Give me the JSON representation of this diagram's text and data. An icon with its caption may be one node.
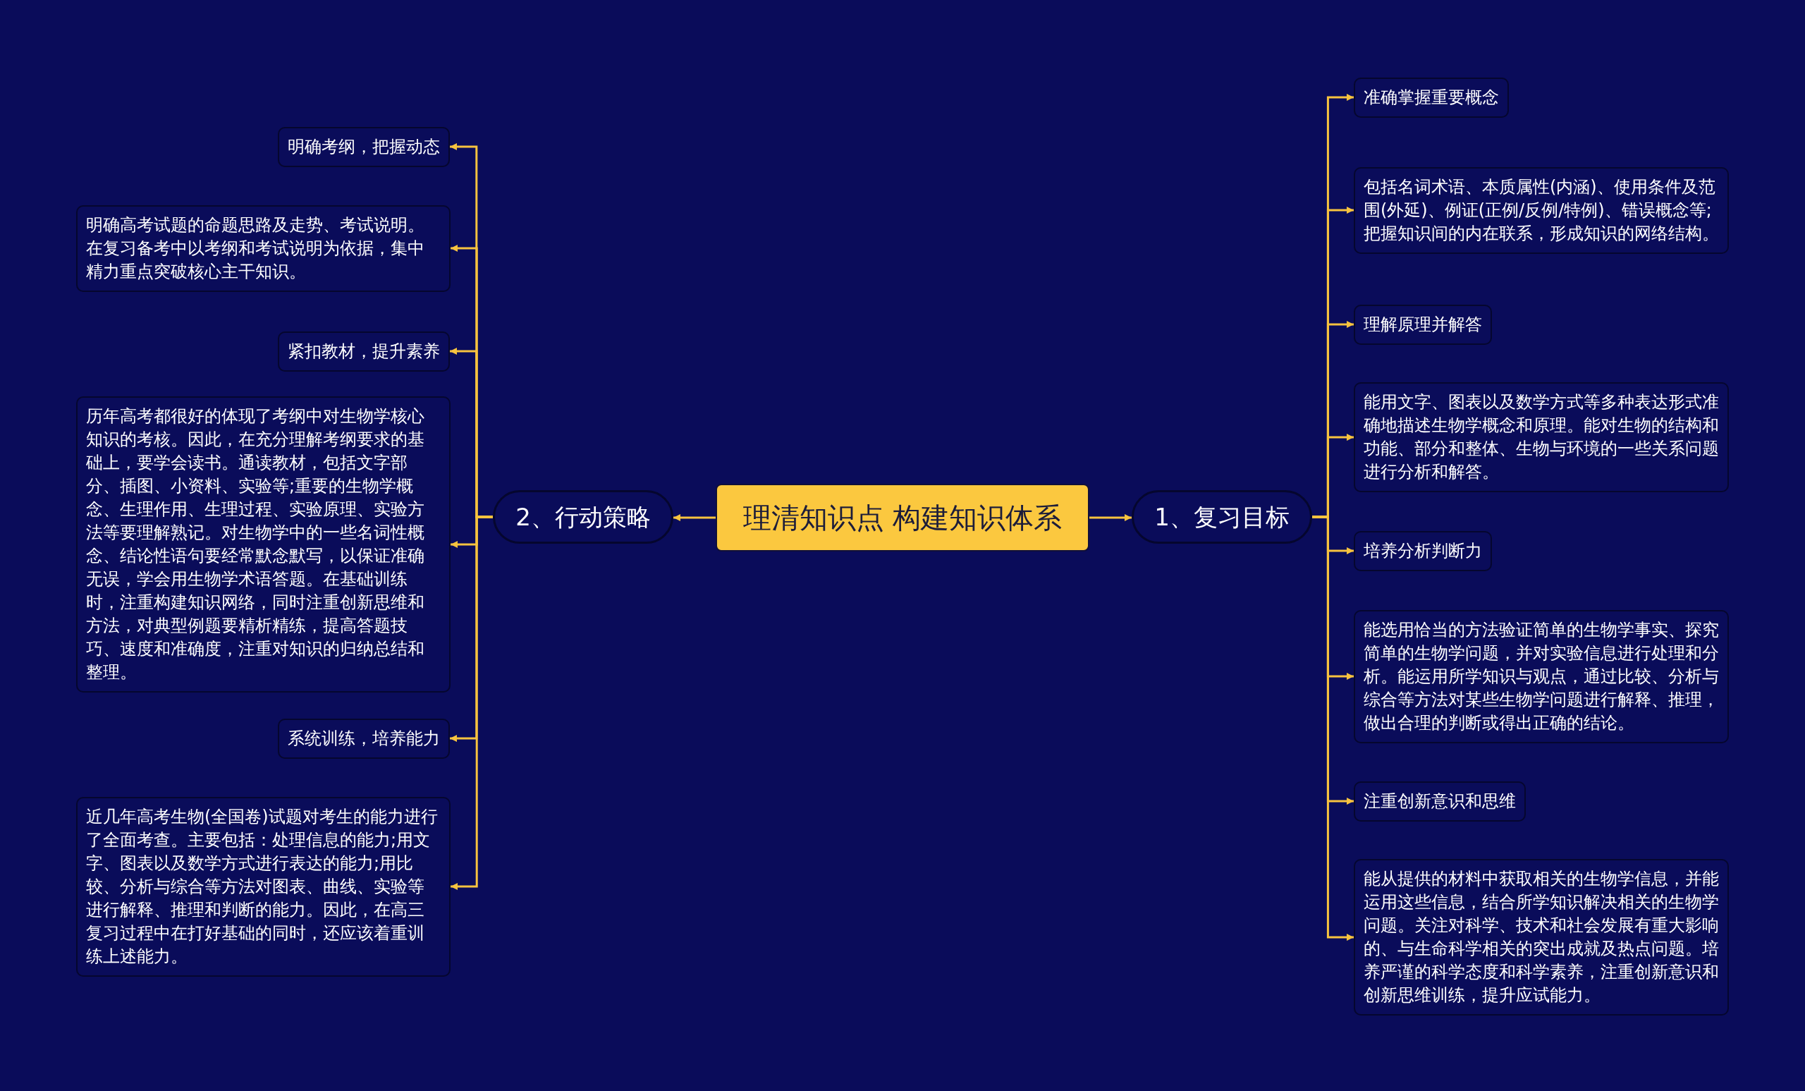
{
  "diagram": {
    "nodes": [
      {
        "text": [
          "理清知识点 构建知识体系"
        ]
      },
      {
        "text": [
          "1、复习目标"
        ]
      },
      {
        "text": [
          "准确掌握重要概念"
        ]
      },
      {
        "text": [
          "包括名词术语、本质属性(内涵)、使用条件及范围(外延)、例证(正例/反例/特例)、错误概念等;把握知识间的内在联系，形成知识的网络结构。"
        ]
      },
      {
        "text": [
          "理解原理并解答"
        ]
      },
      {
        "text": [
          "能用文字、图表以及数学方式等多种表达形式准确地描述生物学概念和原理。能对生物的结构和功能、部分和整体、生物与环境的一些关系问题进行分析和解答。"
        ]
      },
      {
        "text": [
          "培养分析判断力"
        ]
      },
      {
        "text": [
          "能选用恰当的方法验证简单的生物学事实、探究简单的生物学问题，并对实验信息进行处理和分析。能运用所学知识与观点，通过比较、分析与综合等方法对某些生物学问题进行解释、推理，做出合理的判断或得出正确的结论。"
        ]
      },
      {
        "text": [
          "注重创新意识和思维"
        ]
      },
      {
        "text": [
          "能从提供的材料中获取相关的生物学信息，并能运用这些信息，结合所学知识解决相关的生物学问题。关注对科学、技术和社会发展有重大影响的、与生命科学相关的突出成就及热点问题。培养严谨的科学态度和科学素养，注重创新意识和创新思维训练，提升应试能力。"
        ]
      },
      {
        "text": [
          "2、行动策略"
        ]
      },
      {
        "text": [
          "明确考纲，把握动态"
        ]
      },
      {
        "text": [
          "明确高考试题的命题思路及走势、考试说明。在复习备考中以考纲和考试说明为依据，集中精力重点突破核心主干知识。"
        ]
      },
      {
        "text": [
          "紧扣教材，提升素养"
        ]
      },
      {
        "text": [
          "历年高考都很好的体现了考纲中对生物学核心知识的考核。因此，在充分理解考纲要求的基础上，要学会读书。通读教材，包括文字部分、插图、小资料、实验等;重要的生物学概念、生理作用、生理过程、实验原理、实验方法等要理解熟记。对生物学中的一些名词性概念、结论性语句要经常默念默写，以保证准确无误，学会用生物学术语答题。在基础训练时，注重构建知识网络，同时注重创新思维和方法，对典型例题要精析精练，提高答题技巧、速度和准确度，注重对知识的归纳总结和整理。"
        ]
      },
      {
        "text": [
          "系统训练，培养能力"
        ]
      },
      {
        "text": [
          "近几年高考生物(全国卷)试题对考生的能力进行了全面考查。主要包括：处理信息的能力;用文字、图表以及数学方式进行表达的能力;用比较、分析与综合等方法对图表、曲线、实验等进行解释、推理和判断的能力。因此，在高三复习过程中在打好基础的同时，还应该着重训练上述能力。"
        ]
      }
    ],
    "edges": [
      {
        "from": 0,
        "to": 1,
        "arrow": "to"
      },
      {
        "from": 1,
        "to": 2,
        "arrow": "to"
      },
      {
        "from": 1,
        "to": 3,
        "arrow": "to"
      },
      {
        "from": 1,
        "to": 4,
        "arrow": "to"
      },
      {
        "from": 1,
        "to": 5,
        "arrow": "to"
      },
      {
        "from": 1,
        "to": 6,
        "arrow": "to"
      },
      {
        "from": 1,
        "to": 7,
        "arrow": "to"
      },
      {
        "from": 1,
        "to": 8,
        "arrow": "to"
      },
      {
        "from": 1,
        "to": 9,
        "arrow": "to"
      },
      {
        "from": 0,
        "to": 10,
        "arrow": "to"
      },
      {
        "from": 10,
        "to": 11,
        "arrow": "to"
      },
      {
        "from": 10,
        "to": 12,
        "arrow": "to"
      },
      {
        "from": 10,
        "to": 13,
        "arrow": "to"
      },
      {
        "from": 10,
        "to": 14,
        "arrow": "to"
      },
      {
        "from": 10,
        "to": 15,
        "arrow": "to"
      },
      {
        "from": 10,
        "to": 16,
        "arrow": "to"
      }
    ]
  }
}
